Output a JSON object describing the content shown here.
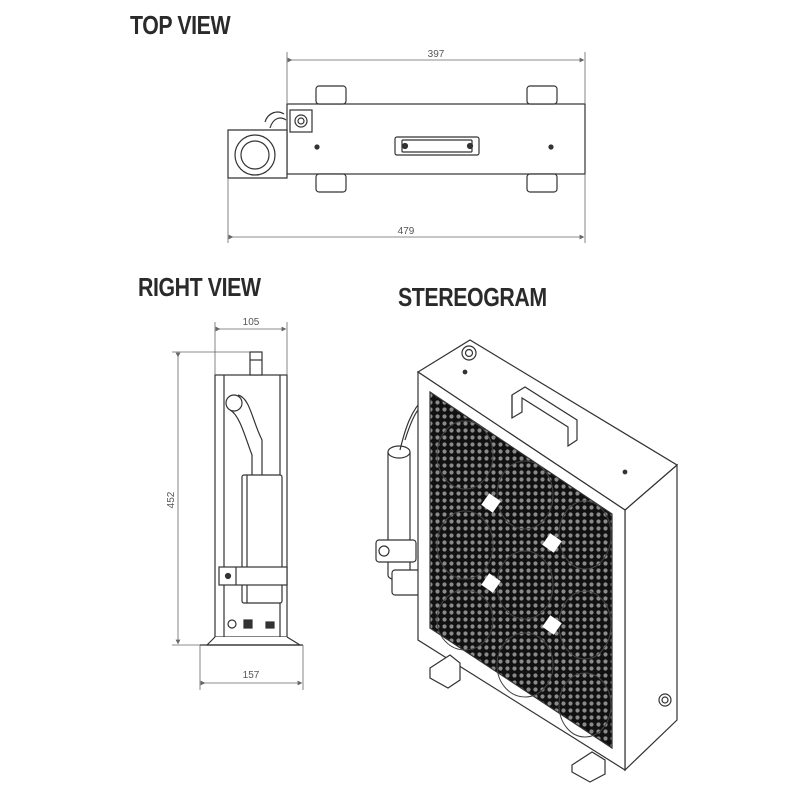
{
  "views": {
    "top_view_title": "TOP VIEW",
    "right_view_title": "RIGHT VIEW",
    "stereogram_title": "STEREOGRAM"
  },
  "dimensions": {
    "top_width": "397",
    "top_total": "479",
    "right_depth": "105",
    "right_height": "452",
    "right_base": "157"
  },
  "colors": {
    "line": "#333333",
    "dimension_line": "#666666",
    "mesh": "#1a1a1a",
    "title": "#2a2a2a"
  }
}
